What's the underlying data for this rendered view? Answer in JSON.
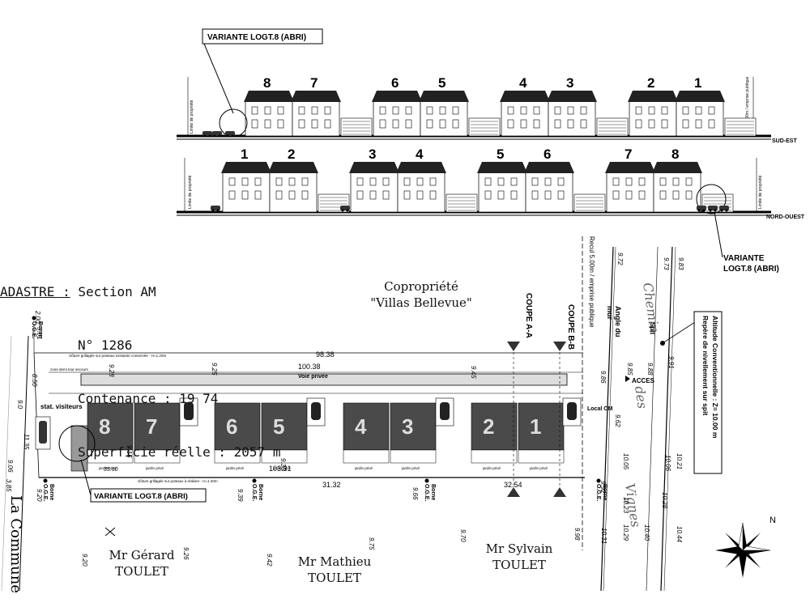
{
  "variant_label": "VARIANTE LOGT.8 (ABRI)",
  "variant_label_right_l1": "VARIANTE",
  "variant_label_right_l2": "LOGT.8 (ABRI)",
  "elevation_top": {
    "numbers": [
      "8",
      "7",
      "6",
      "5",
      "4",
      "3",
      "2",
      "1"
    ],
    "tag": "SUD-EST",
    "side_note_left": "Limite de propriété",
    "side_note_right": "Recul 3.00m / emprise publique"
  },
  "elevation_bottom": {
    "numbers": [
      "1",
      "2",
      "3",
      "4",
      "5",
      "6",
      "7",
      "8"
    ],
    "tag": "NORD-OUEST",
    "side_note_left": "Limite de propriété",
    "side_note_right": "Limite de propriété"
  },
  "cadastre": {
    "l1_label": "ADASTRE :",
    "l1_value": "Section AM",
    "l2": "N° 1286",
    "l3": "Contenance : 19 74",
    "l4": "Superficie réelle : 2057 m"
  },
  "copro": {
    "l1": "Copropriété",
    "l2": "\"Villas Bellevue\""
  },
  "coupes": {
    "a": "COUPE A-A",
    "b": "COUPE B-B"
  },
  "recul": "Recul 5.00m / emprise publique",
  "angle_mur": {
    "l1": "Angle du",
    "l2": "mur"
  },
  "acces": "ACCES",
  "spit": "Spit",
  "repere": {
    "l1": "Repère de nivellement sur spit",
    "l2": "Altitude Conventionnelle : Z= 10.00 m"
  },
  "chemin": {
    "l1": "Chemin",
    "l2": "des",
    "l3": "Vignes"
  },
  "la_commune": "La Commune",
  "plan": {
    "lots": [
      "8",
      "7",
      "6",
      "5",
      "4",
      "3",
      "2",
      "1"
    ],
    "dim_top": "98.38",
    "dim_voie": "100.38",
    "voie_privee": "Voie privée",
    "dim_bottom_1": "35.60",
    "dim_bottom_2": "103.31",
    "dim_bottom_3": "31.32",
    "dim_bottom_4": "32.54",
    "local_om": "Local OM",
    "stat_visiteurs": "stat. visiteurs",
    "cloture_top": "clôture grillagée sur poteaux existante conservée - H=1.20m",
    "cloture_bottom": "clôture grillagée sur poteaux à réaliser - H=1.20m",
    "zone": "zone demi tour secours",
    "jardin": "jardin privé"
  },
  "bornes": [
    {
      "l1": "Borne",
      "l2": "O.G.E."
    },
    {
      "l1": "Borne",
      "l2": "O.G.E."
    },
    {
      "l1": "Borne",
      "l2": "O.G.E."
    },
    {
      "l1": "Borne",
      "l2": "O.G.E."
    },
    {
      "l1": "Borne",
      "l2": "O.G.E."
    }
  ],
  "levels": [
    "9.72",
    "9.73",
    "9.83",
    "9.88",
    "9.91",
    "9.86",
    "9.85",
    "9.62",
    "9.92",
    "9.98",
    "10.05",
    "10.06",
    "10.21",
    "10.23",
    "10.29",
    "10.28",
    "10.31",
    "10.40",
    "10.44",
    "9.28",
    "9.25",
    "9.45",
    "9.15",
    "9.30",
    "9.42",
    "9.20",
    "9.26",
    "9.75",
    "9.70",
    "2.00",
    "9.01",
    "8.50",
    "9.06",
    "3.85",
    "9.20",
    "9.39",
    "9.66",
    "11.35",
    "9.0"
  ],
  "neighbors": [
    {
      "l1": "Mr Gérard",
      "l2": "TOULET"
    },
    {
      "l1": "Mr Mathieu",
      "l2": "TOULET"
    },
    {
      "l1": "Mr Sylvain",
      "l2": "TOULET"
    }
  ],
  "north": "N"
}
